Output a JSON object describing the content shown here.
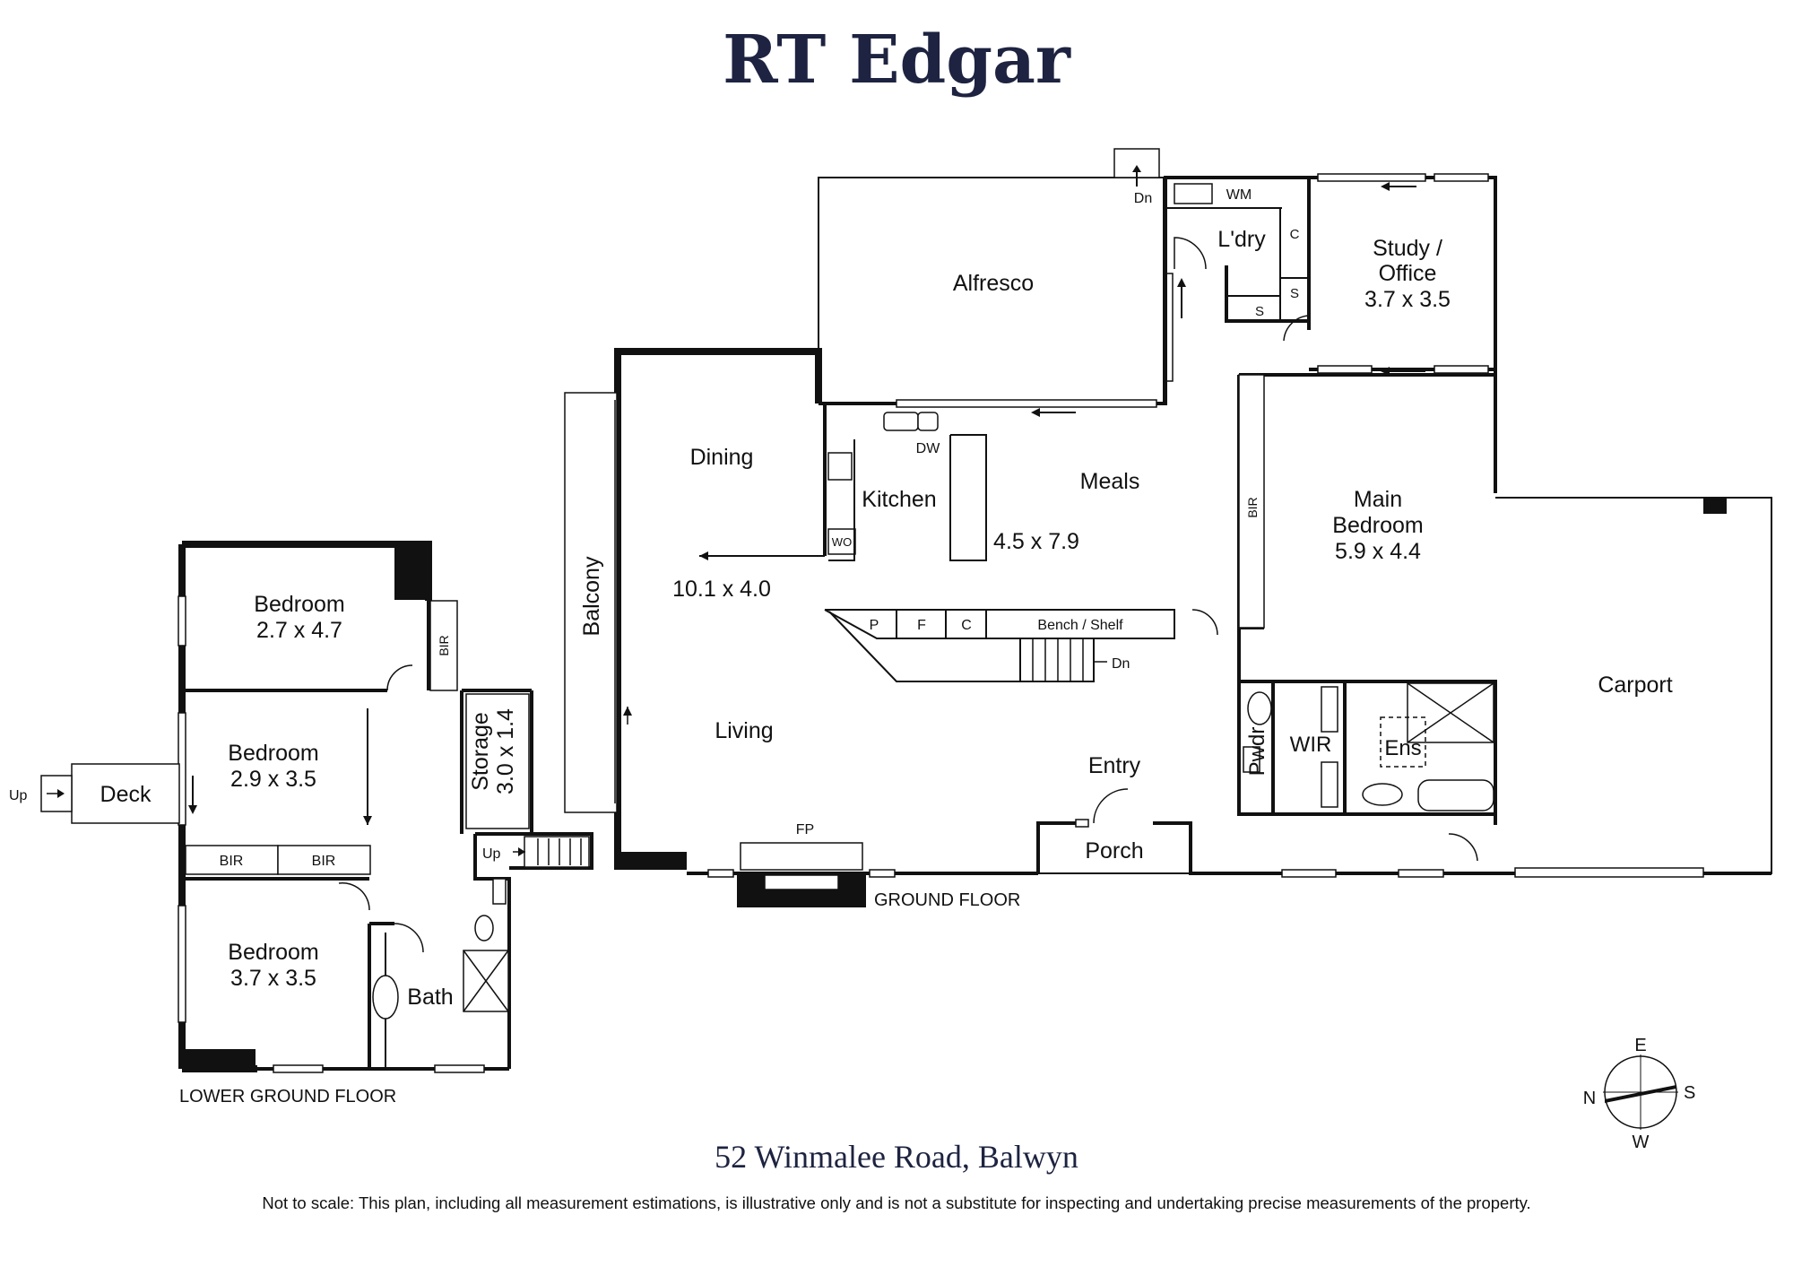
{
  "brand": "RT Edgar",
  "address": "52 Winmalee Road, Balwyn",
  "disclaimer": "Not to scale: This plan, including all measurement estimations, is illustrative only and is not a substitute for inspecting and undertaking precise measurements of the property.",
  "floors": {
    "ground": "GROUND FLOOR",
    "lower": "LOWER GROUND FLOOR"
  },
  "rooms": {
    "alfresco": "Alfresco",
    "laundry": "L'dry",
    "study_1": "Study /",
    "study_2": "Office",
    "study_dim": "3.7 x 3.5",
    "dining": "Dining",
    "kitchen": "Kitchen",
    "meals": "Meals",
    "meals_dim": "4.5 x 7.9",
    "living_dim": "10.1 x 4.0",
    "living": "Living",
    "balcony": "Balcony",
    "main_1": "Main",
    "main_2": "Bedroom",
    "main_dim": "5.9 x 4.4",
    "carport": "Carport",
    "entry": "Entry",
    "porch": "Porch",
    "pwdr": "Pwdr",
    "wir": "WIR",
    "ens": "Ens",
    "bed1": "Bedroom",
    "bed1_dim": "2.7 x 4.7",
    "bed2": "Bedroom",
    "bed2_dim": "2.9 x 3.5",
    "bed3": "Bedroom",
    "bed3_dim": "3.7 x 3.5",
    "deck": "Deck",
    "storage": "Storage",
    "storage_dim": "3.0 x 1.4",
    "bath": "Bath"
  },
  "fixtures": {
    "wm": "WM",
    "c": "C",
    "s": "S",
    "dw": "DW",
    "wo": "WO",
    "p": "P",
    "f": "F",
    "bench": "Bench / Shelf",
    "dn": "Dn",
    "up": "Up",
    "fp": "FP",
    "bir": "BIR"
  },
  "compass": {
    "n": "N",
    "e": "E",
    "s": "S",
    "w": "W"
  }
}
